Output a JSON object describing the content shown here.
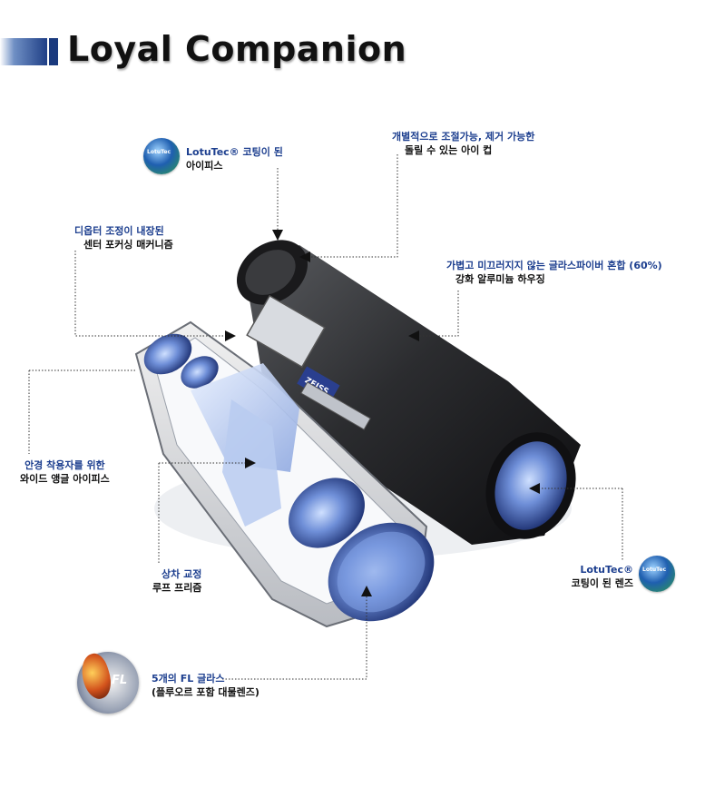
{
  "header": {
    "title": "Loyal Companion"
  },
  "callouts": {
    "eyepiece": {
      "line1": "LotuTec® 코팅이 된",
      "line2": "아이피스"
    },
    "eyecup": {
      "line1": "개별적으로 조절가능, 제거 가능한",
      "line2": "돌릴 수 있는 아이 컵"
    },
    "diopter": {
      "line1": "디옵터 조정이 내장된",
      "line2": "센터 포커싱 매커니즘"
    },
    "housing": {
      "line1": "가볍고 미끄러지지 않는 글라스파이버 혼합 (60%)",
      "line2": "강화 알루미늄 하우징"
    },
    "glasses": {
      "line1": "안경 착용자를 위한",
      "line2": "와이드 앵글 아이피스"
    },
    "prism": {
      "line1": "상차 교정",
      "line2": "루프 프리즘"
    },
    "lens": {
      "line1": "LotuTec®",
      "line2": "코팅이 된 렌즈"
    },
    "fl": {
      "line1": "5개의 FL 글라스",
      "line2": "(플루오르 포함 대물렌즈)"
    }
  },
  "badges": {
    "lotutec": "LotuTec",
    "fl": "FL"
  },
  "product": {
    "brand": "ZEISS"
  },
  "colors": {
    "accent": "#1d3f8f",
    "text": "#111111",
    "lotutec_blue": "#1f5fb0",
    "lotutec_green": "#2d9b4e"
  }
}
